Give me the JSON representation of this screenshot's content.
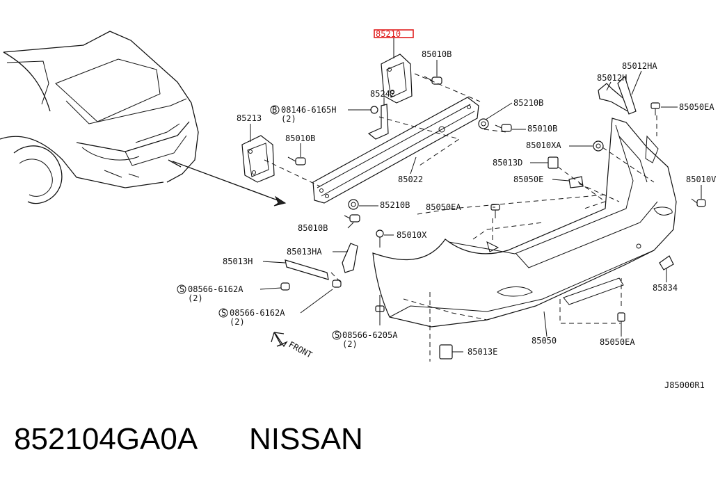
{
  "labels": {
    "l85210": "85210",
    "l85010B_a": "85010B",
    "l85242": "85242",
    "l08146": "08146-6165H",
    "l08146q": "(2)",
    "l85213": "85213",
    "l85010B_b": "85010B",
    "l85210B_a": "85210B",
    "l85010B_c": "85010B",
    "l85022": "85022",
    "l85210B_b": "85210B",
    "l85010B_d": "85010B",
    "l85012HA": "85012HA",
    "l85012H": "85012H",
    "l85050EA_a": "85050EA",
    "l85010XA": "85010XA",
    "l85013D": "85013D",
    "l85050E": "85050E",
    "l85010V": "85010V",
    "l85050EA_b": "85050EA",
    "l85010X": "85010X",
    "l85013HA": "85013HA",
    "l85013H": "85013H",
    "l08566a": "08566-6162A",
    "l08566aq": "(2)",
    "l08566b": "08566-6162A",
    "l08566bq": "(2)",
    "l08566c": "08566-6205A",
    "l08566cq": "(2)",
    "l85013E": "85013E",
    "l85050": "85050",
    "l85050EA_c": "85050EA",
    "l85834": "85834",
    "front": "FRONT",
    "diagram_code": "J85000R1",
    "part_number": "852104GA0A",
    "brand": "NISSAN",
    "prefix_b": "B",
    "prefix_s": "S"
  },
  "colors": {
    "highlight": "#e01e1e",
    "ink": "#111111"
  }
}
